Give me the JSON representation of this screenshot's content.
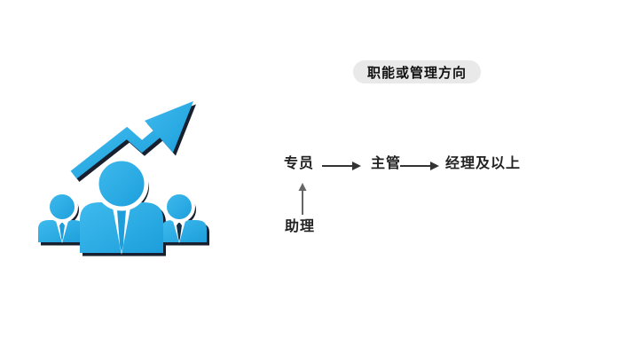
{
  "page": {
    "background": "#ffffff"
  },
  "badge": {
    "label": "职能或管理方向",
    "bg": "#e9e9e9",
    "text_color": "#111111"
  },
  "flow": {
    "nodes": [
      {
        "label": "专员"
      },
      {
        "label": "主管"
      },
      {
        "label": "经理及以上"
      }
    ],
    "entry_node": {
      "label": "助理"
    },
    "arrow_color": "#333333",
    "entry_arrow_color": "#666666",
    "text_color": "#222222"
  },
  "illustration": {
    "description": "three blue business people figures with rising zigzag trend arrow",
    "primary_color": "#29a8e0",
    "highlight_color": "#3ebbee",
    "shadow_color": "#0c1524",
    "tie_dark_color": "#143049"
  }
}
